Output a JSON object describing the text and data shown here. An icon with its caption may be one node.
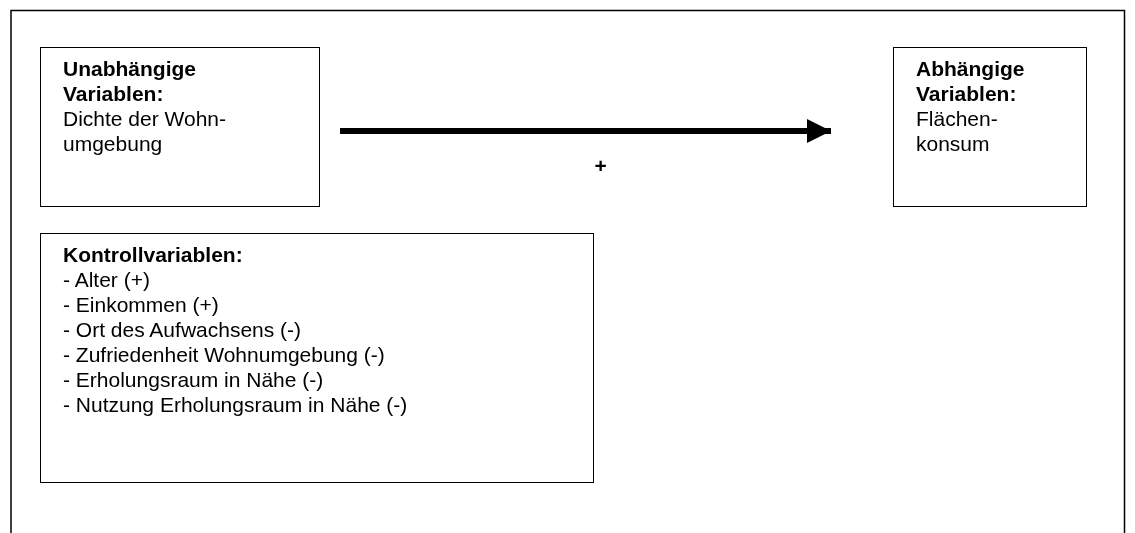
{
  "diagram": {
    "nodes": [
      {
        "text": [
          "Unabhängige Variablen:",
          "Dichte der Wohn- umgebung"
        ]
      },
      {
        "text": [
          "Abhängige Variablen:",
          "Flächen- konsum"
        ]
      },
      {
        "text": [
          "Kontrollvariablen:",
          "- Alter (+)",
          "- Einkommen (+)",
          "- Ort des Aufwachsens (-)",
          "- Zufriedenheit Wohnumgebung (-)",
          "- Erholungsraum in Nähe (-)",
          "- Nutzung Erholungsraum in Nähe (-)"
        ]
      }
    ],
    "edges": [
      {
        "from": 0,
        "to": 1,
        "arrow": "to",
        "label": "+"
      }
    ]
  }
}
